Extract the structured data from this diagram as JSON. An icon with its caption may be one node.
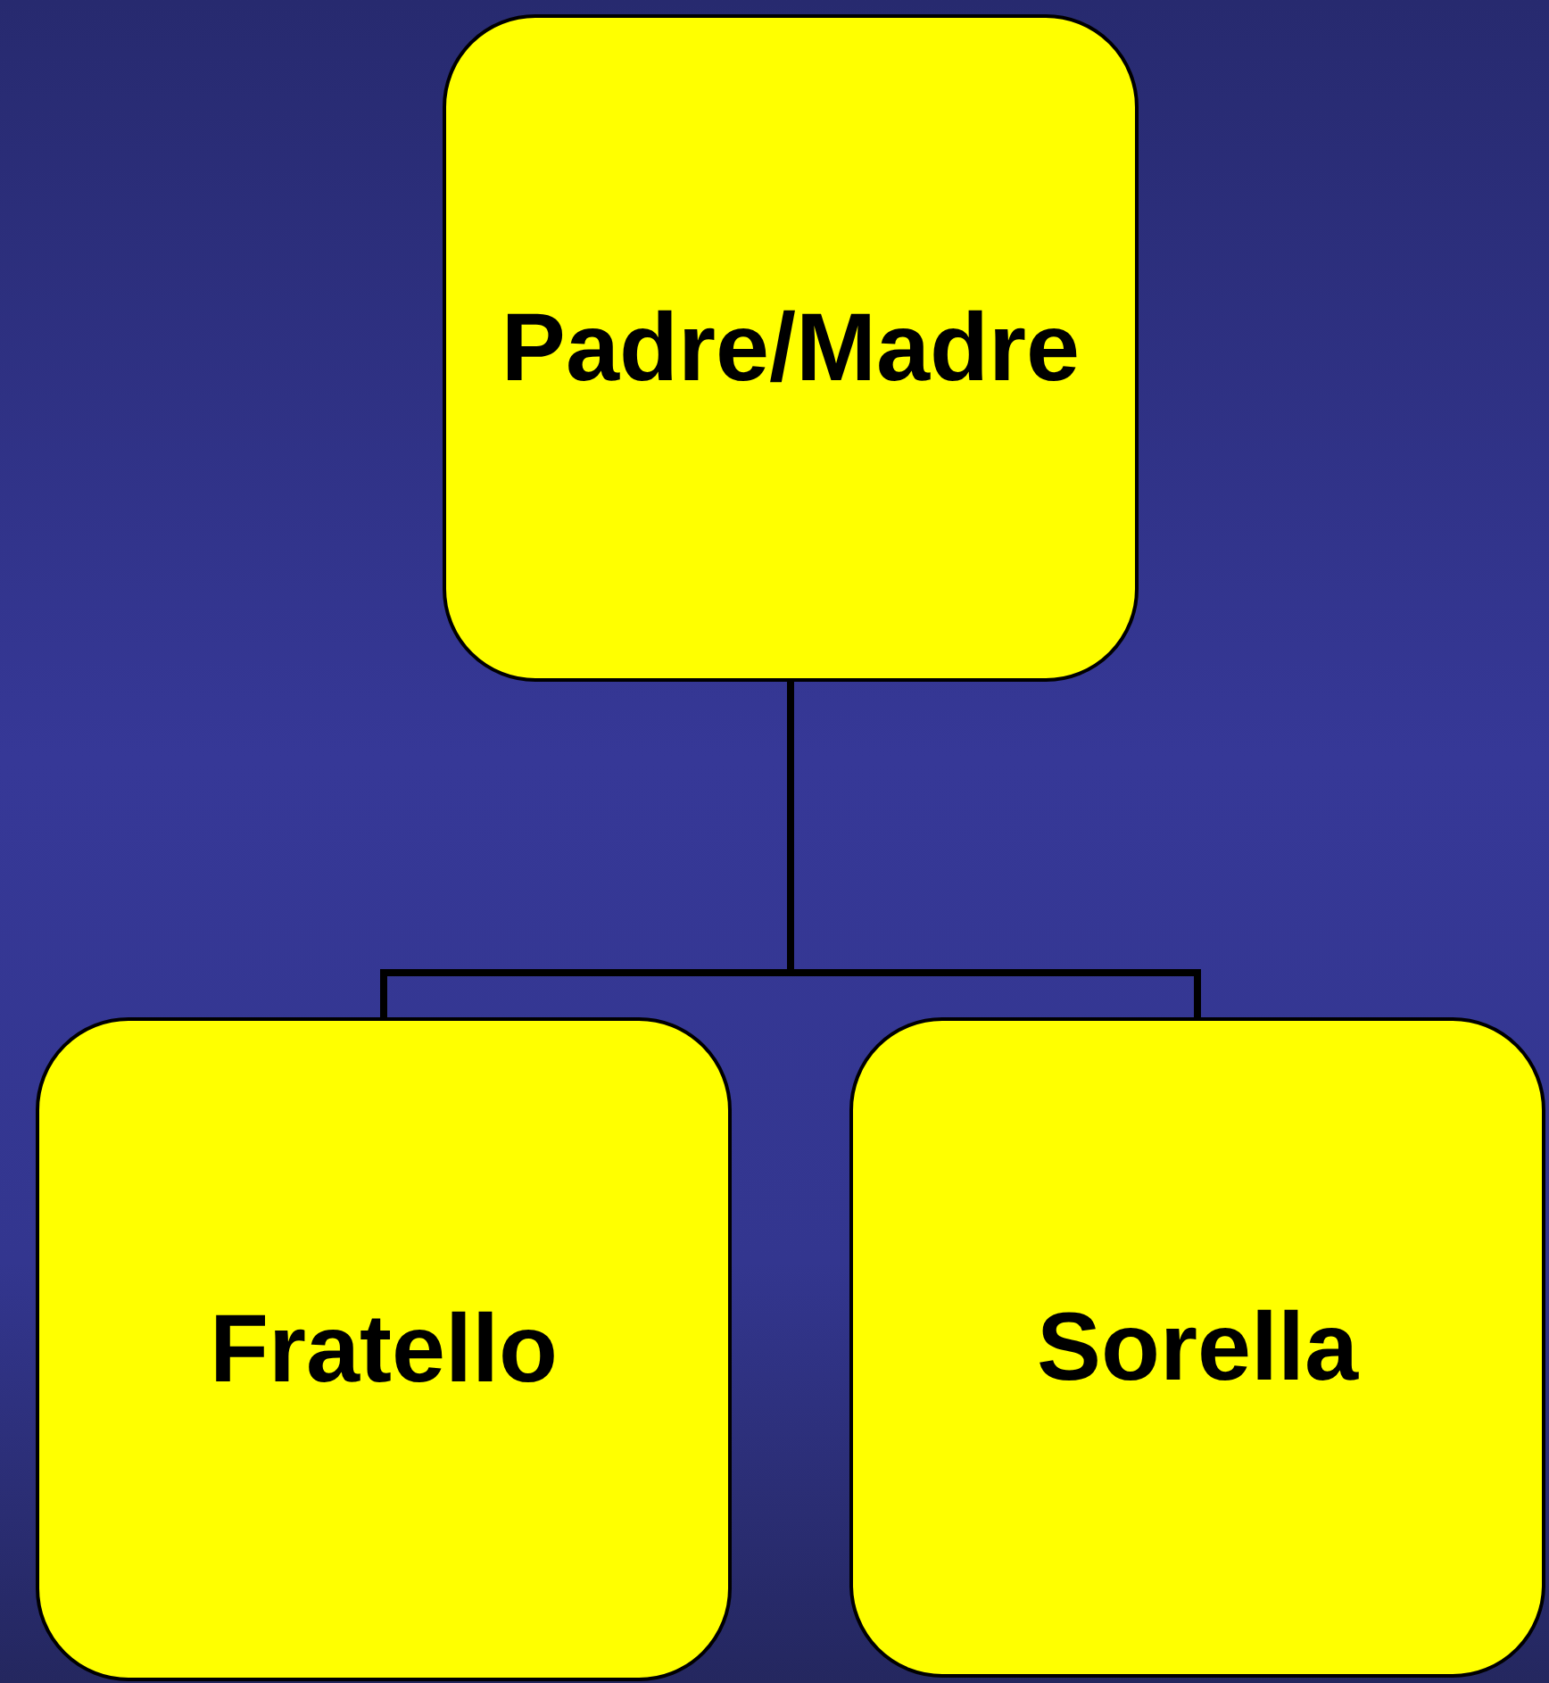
{
  "diagram": {
    "nodes": [
      {
        "text": [
          "Padre/Madre"
        ]
      },
      {
        "text": [
          "Fratello"
        ]
      },
      {
        "text": [
          "Sorella"
        ]
      }
    ],
    "edges": [
      {
        "from": 0,
        "to": 1,
        "arrow": "none"
      },
      {
        "from": 0,
        "to": 2,
        "arrow": "none"
      }
    ]
  }
}
